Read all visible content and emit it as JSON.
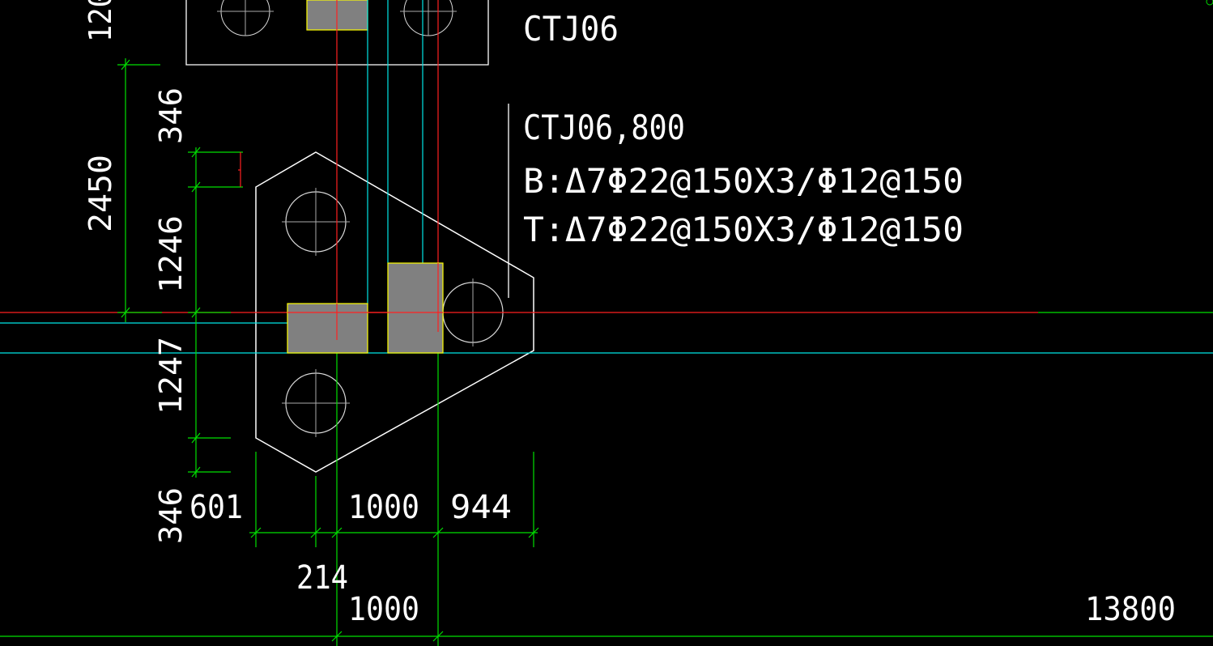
{
  "colors": {
    "background": "#000000",
    "outline": "#ffffff",
    "axis_red": "#ff2020",
    "axis_cyan": "#00e5e5",
    "dimension_green": "#00e000",
    "column_fill": "#808080",
    "column_border": "#ffff00",
    "text": "#ffffff"
  },
  "labels": {
    "cap_top": "CTJ06",
    "cap_main": "CTJ06,800",
    "rebar_bottom": "B:Δ7Φ22@150X3/Φ12@150",
    "rebar_top": "T:Δ7Φ22@150X3/Φ12@150"
  },
  "dimensions": {
    "v_top_cut": "120",
    "v_2450": "2450",
    "v_346_top": "346",
    "v_1246": "1246",
    "v_1247": "1247",
    "v_346_bottom": "346",
    "h_601": "601",
    "h_1000": "1000",
    "h_944": "944",
    "h_214": "214",
    "h_1000_bottom": "1000",
    "h_13800": "13800"
  }
}
